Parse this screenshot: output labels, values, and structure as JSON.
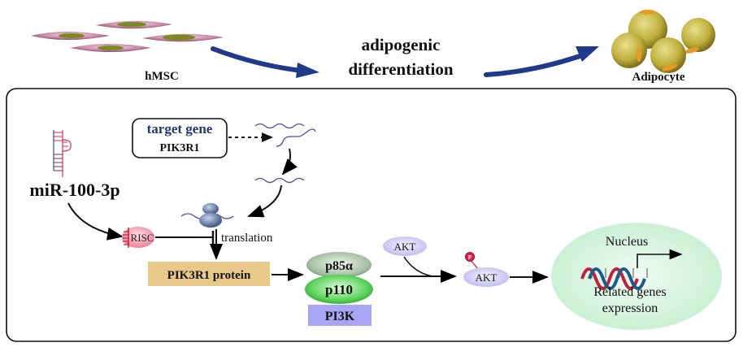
{
  "top": {
    "hmsc_label": "hMSC",
    "process_line1": "adipogenic",
    "process_line2": "differentiation",
    "adipocyte_label": "Adipocyte"
  },
  "pathway": {
    "mirna_label": "miR-100-3p",
    "target_gene_title": "target gene",
    "target_gene_name": "PIK3R1",
    "risc_label": "RISC",
    "translation_label": "translation",
    "protein_label": "PIK3R1 protein",
    "p85_label": "p85α",
    "p110_label": "p110",
    "pi3k_label": "PI3K",
    "akt_label": "AKT",
    "akt_p_label": "AKT",
    "phospho_label": "P",
    "nucleus_label": "Nucleus",
    "genes_line1": "Related genes",
    "genes_line2": "expression"
  },
  "colors": {
    "arrow_blue": "#1f3a8a",
    "target_gene_text": "#1e3a6e",
    "protein_box": "#e8c98a",
    "pi3k_box": "#a9a6f5",
    "p110_green": "#3cc63c",
    "p85_green": "#8aa88a",
    "akt_fill": "#d8d4f8",
    "nucleus_fill": "#d4f3dc",
    "risc_fill": "#f2a0b0",
    "mrna_blue": "#4a4ab0"
  }
}
